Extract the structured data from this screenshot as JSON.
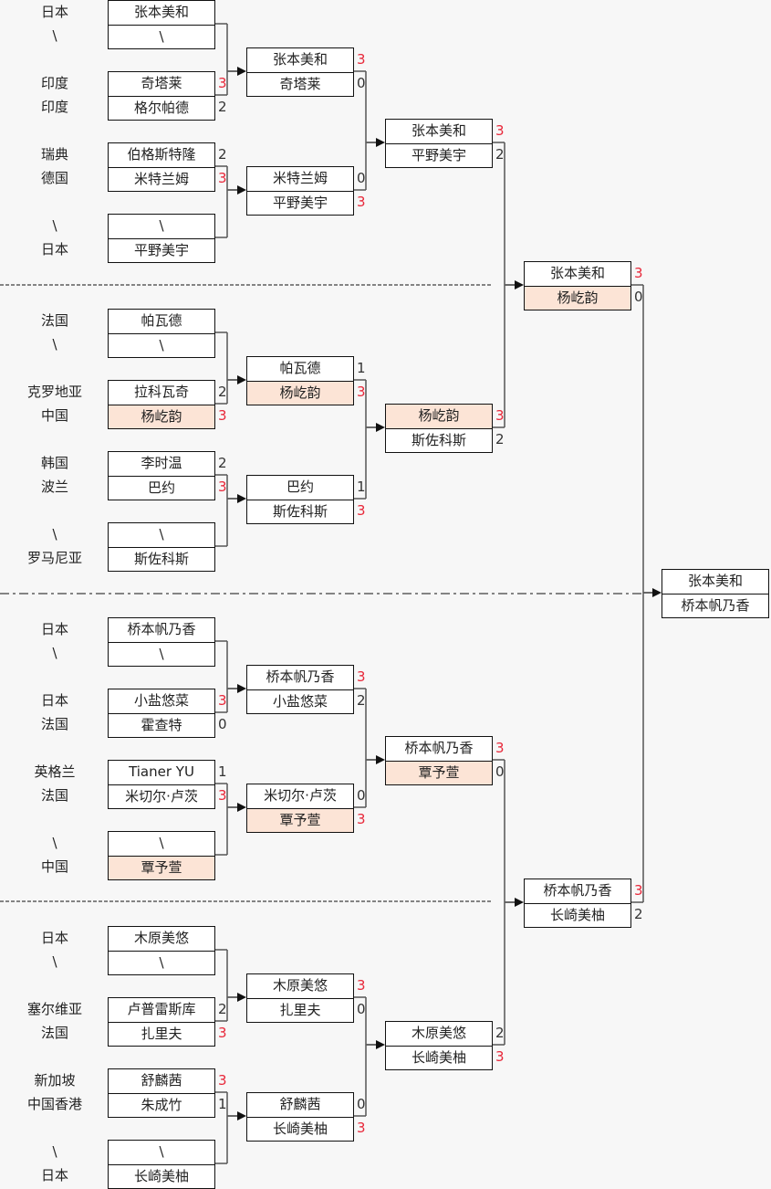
{
  "colors": {
    "highlight": "#fce4d6",
    "winner_score": "#e8283a",
    "background": "#f7f7f7"
  },
  "round1": [
    {
      "players": [
        {
          "name": "张本美和",
          "country": "日本"
        },
        {
          "name": "\\",
          "country": "\\"
        }
      ],
      "scores": [
        "",
        ""
      ]
    },
    {
      "players": [
        {
          "name": "奇塔莱",
          "country": "印度"
        },
        {
          "name": "格尔帕德",
          "country": "印度"
        }
      ],
      "scores": [
        "3",
        "2"
      ]
    },
    {
      "players": [
        {
          "name": "伯格斯特隆",
          "country": "瑞典"
        },
        {
          "name": "米特兰姆",
          "country": "德国"
        }
      ],
      "scores": [
        "2",
        "3"
      ]
    },
    {
      "players": [
        {
          "name": "\\",
          "country": "\\"
        },
        {
          "name": "平野美宇",
          "country": "日本"
        }
      ],
      "scores": [
        "",
        ""
      ]
    },
    {
      "players": [
        {
          "name": "帕瓦德",
          "country": "法国"
        },
        {
          "name": "\\",
          "country": "\\"
        }
      ],
      "scores": [
        "",
        ""
      ]
    },
    {
      "players": [
        {
          "name": "拉科瓦奇",
          "country": "克罗地亚"
        },
        {
          "name": "杨屹韵",
          "country": "中国",
          "hl": true
        }
      ],
      "scores": [
        "2",
        "3"
      ]
    },
    {
      "players": [
        {
          "name": "李时温",
          "country": "韩国"
        },
        {
          "name": "巴约",
          "country": "波兰"
        }
      ],
      "scores": [
        "2",
        "3"
      ]
    },
    {
      "players": [
        {
          "name": "\\",
          "country": "\\"
        },
        {
          "name": "斯佐科斯",
          "country": "罗马尼亚"
        }
      ],
      "scores": [
        "",
        ""
      ]
    },
    {
      "players": [
        {
          "name": "桥本帆乃香",
          "country": "日本"
        },
        {
          "name": "\\",
          "country": "\\"
        }
      ],
      "scores": [
        "",
        ""
      ]
    },
    {
      "players": [
        {
          "name": "小盐悠菜",
          "country": "日本"
        },
        {
          "name": "霍查特",
          "country": "法国"
        }
      ],
      "scores": [
        "3",
        "0"
      ]
    },
    {
      "players": [
        {
          "name": "Tianer YU",
          "country": "英格兰"
        },
        {
          "name": "米切尔·卢茨",
          "country": "法国"
        }
      ],
      "scores": [
        "1",
        "3"
      ]
    },
    {
      "players": [
        {
          "name": "\\",
          "country": "\\"
        },
        {
          "name": "覃予萱",
          "country": "中国",
          "hl": true
        }
      ],
      "scores": [
        "",
        ""
      ]
    },
    {
      "players": [
        {
          "name": "木原美悠",
          "country": "日本"
        },
        {
          "name": "\\",
          "country": "\\"
        }
      ],
      "scores": [
        "",
        ""
      ]
    },
    {
      "players": [
        {
          "name": "卢普雷斯库",
          "country": "塞尔维亚"
        },
        {
          "name": "扎里夫",
          "country": "法国"
        }
      ],
      "scores": [
        "2",
        "3"
      ]
    },
    {
      "players": [
        {
          "name": "舒麟茜",
          "country": "新加坡"
        },
        {
          "name": "朱成竹",
          "country": "中国香港"
        }
      ],
      "scores": [
        "3",
        "1"
      ]
    },
    {
      "players": [
        {
          "name": "\\",
          "country": "\\"
        },
        {
          "name": "长崎美柚",
          "country": "日本"
        }
      ],
      "scores": [
        "",
        ""
      ]
    }
  ],
  "round2": [
    {
      "players": [
        {
          "name": "张本美和"
        },
        {
          "name": "奇塔莱"
        }
      ],
      "scores": [
        "3",
        "0"
      ]
    },
    {
      "players": [
        {
          "name": "米特兰姆"
        },
        {
          "name": "平野美宇"
        }
      ],
      "scores": [
        "0",
        "3"
      ]
    },
    {
      "players": [
        {
          "name": "帕瓦德"
        },
        {
          "name": "杨屹韵",
          "hl": true
        }
      ],
      "scores": [
        "1",
        "3"
      ]
    },
    {
      "players": [
        {
          "name": "巴约"
        },
        {
          "name": "斯佐科斯"
        }
      ],
      "scores": [
        "1",
        "3"
      ]
    },
    {
      "players": [
        {
          "name": "桥本帆乃香"
        },
        {
          "name": "小盐悠菜"
        }
      ],
      "scores": [
        "3",
        "2"
      ]
    },
    {
      "players": [
        {
          "name": "米切尔·卢茨"
        },
        {
          "name": "覃予萱",
          "hl": true
        }
      ],
      "scores": [
        "0",
        "3"
      ]
    },
    {
      "players": [
        {
          "name": "木原美悠"
        },
        {
          "name": "扎里夫"
        }
      ],
      "scores": [
        "3",
        "0"
      ]
    },
    {
      "players": [
        {
          "name": "舒麟茜"
        },
        {
          "name": "长崎美柚"
        }
      ],
      "scores": [
        "0",
        "3"
      ]
    }
  ],
  "round3": [
    {
      "players": [
        {
          "name": "张本美和"
        },
        {
          "name": "平野美宇"
        }
      ],
      "scores": [
        "3",
        "2"
      ]
    },
    {
      "players": [
        {
          "name": "杨屹韵",
          "hl": true
        },
        {
          "name": "斯佐科斯"
        }
      ],
      "scores": [
        "3",
        "2"
      ]
    },
    {
      "players": [
        {
          "name": "桥本帆乃香"
        },
        {
          "name": "覃予萱",
          "hl": true
        }
      ],
      "scores": [
        "3",
        "0"
      ]
    },
    {
      "players": [
        {
          "name": "木原美悠"
        },
        {
          "name": "长崎美柚"
        }
      ],
      "scores": [
        "2",
        "3"
      ]
    }
  ],
  "round4": [
    {
      "players": [
        {
          "name": "张本美和"
        },
        {
          "name": "杨屹韵",
          "hl": true
        }
      ],
      "scores": [
        "3",
        "0"
      ]
    },
    {
      "players": [
        {
          "name": "桥本帆乃香"
        },
        {
          "name": "长崎美柚"
        }
      ],
      "scores": [
        "3",
        "2"
      ]
    }
  ],
  "final": {
    "players": [
      {
        "name": "张本美和"
      },
      {
        "name": "桥本帆乃香"
      }
    ]
  }
}
